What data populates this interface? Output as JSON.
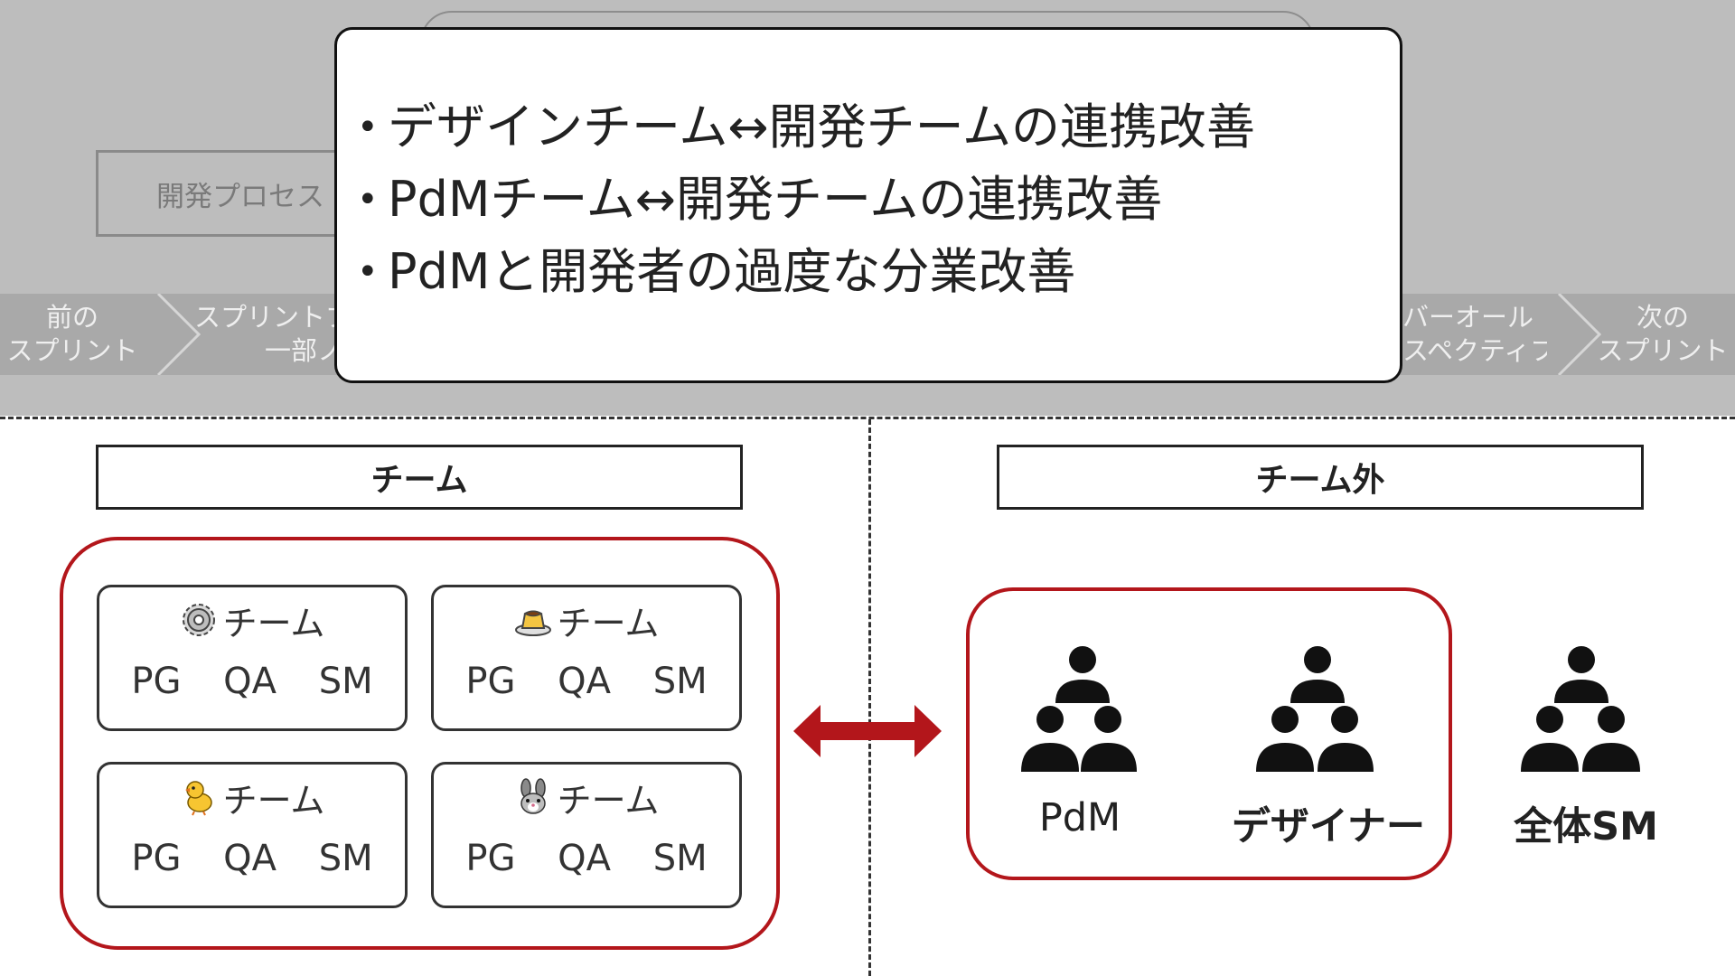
{
  "background_process": {
    "process_box_label": "開発プロセス",
    "flow_steps": [
      {
        "line1": "前の",
        "line2": "スプリント"
      },
      {
        "line1": "スプリントプ",
        "line2": "一部ノ"
      },
      {
        "line1": "バーオール",
        "line2": "スペクティブ"
      },
      {
        "line1": "次の",
        "line2": "スプリント"
      }
    ]
  },
  "popup": {
    "bullets": [
      "デザインチーム↔開発チームの連携改善",
      "PdMチーム↔開発チームの連携改善",
      "PdMと開発者の過度な分業改善"
    ]
  },
  "team_section": {
    "header": "チーム",
    "teams": [
      {
        "icon": "gear-icon",
        "title": "チーム",
        "roles": [
          "PG",
          "QA",
          "SM"
        ]
      },
      {
        "icon": "pudding-icon",
        "title": "チーム",
        "roles": [
          "PG",
          "QA",
          "SM"
        ]
      },
      {
        "icon": "chick-icon",
        "title": "チーム",
        "roles": [
          "PG",
          "QA",
          "SM"
        ]
      },
      {
        "icon": "rabbit-icon",
        "title": "チーム",
        "roles": [
          "PG",
          "QA",
          "SM"
        ]
      }
    ]
  },
  "outside_section": {
    "header": "チーム外",
    "groups": [
      {
        "icon": "people-group-icon",
        "label": "PdM"
      },
      {
        "icon": "people-group-icon",
        "label": "デザイナー"
      },
      {
        "icon": "people-group-icon",
        "label": "全体SM"
      }
    ]
  },
  "colors": {
    "accent_red": "#b3161b",
    "dim_overlay": "#bdbdbd",
    "text": "#222222"
  }
}
